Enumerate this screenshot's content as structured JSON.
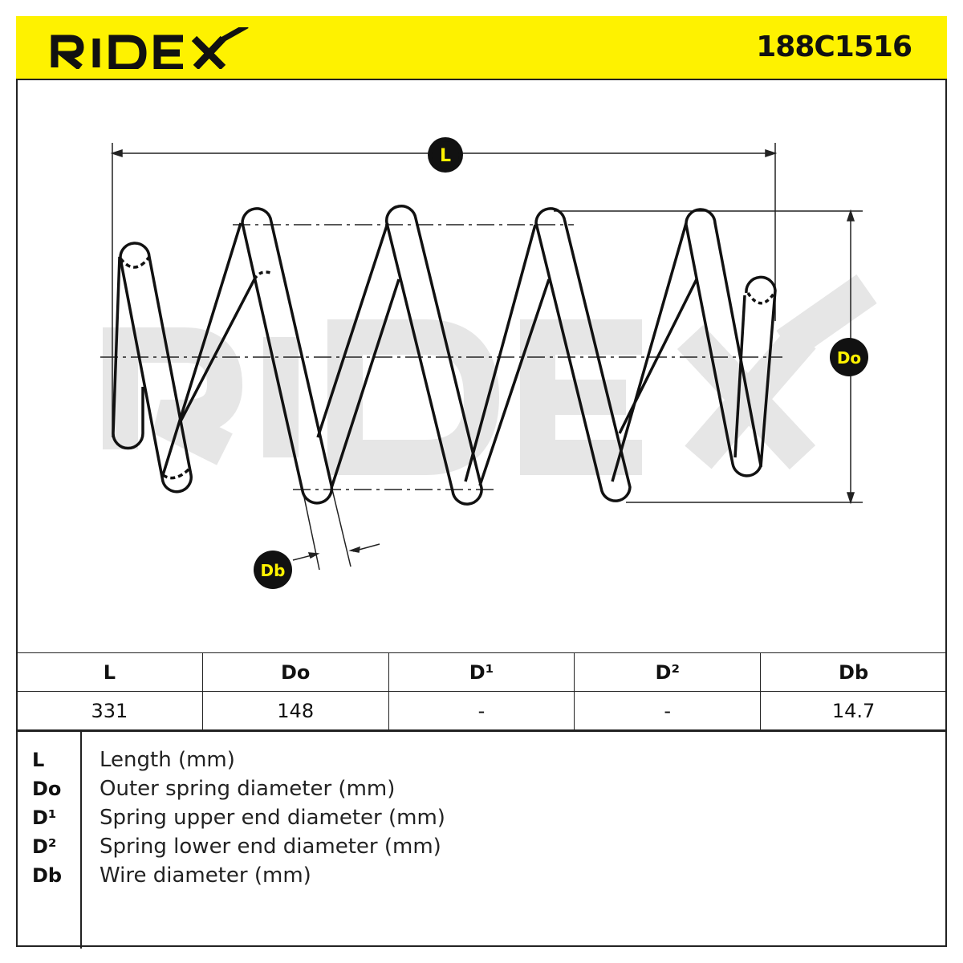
{
  "header": {
    "brand": "RIDEX",
    "part_number": "188C1516",
    "accent_color": "#fef200"
  },
  "drawing": {
    "watermark": "RIDEX",
    "callouts": {
      "length": "L",
      "outer_diameter": "Do",
      "wire_diameter": "Db"
    }
  },
  "specs": {
    "headers": [
      "L",
      "Do",
      "D¹",
      "D²",
      "Db"
    ],
    "values": [
      "331",
      "148",
      "-",
      "-",
      "14.7"
    ]
  },
  "legend": [
    {
      "key": "L",
      "desc": "Length (mm)"
    },
    {
      "key": "Do",
      "desc": "Outer spring diameter (mm)"
    },
    {
      "key": "D¹",
      "desc": "Spring upper end diameter (mm)"
    },
    {
      "key": "D²",
      "desc": "Spring lower end diameter (mm)"
    },
    {
      "key": "Db",
      "desc": "Wire diameter (mm)"
    }
  ]
}
